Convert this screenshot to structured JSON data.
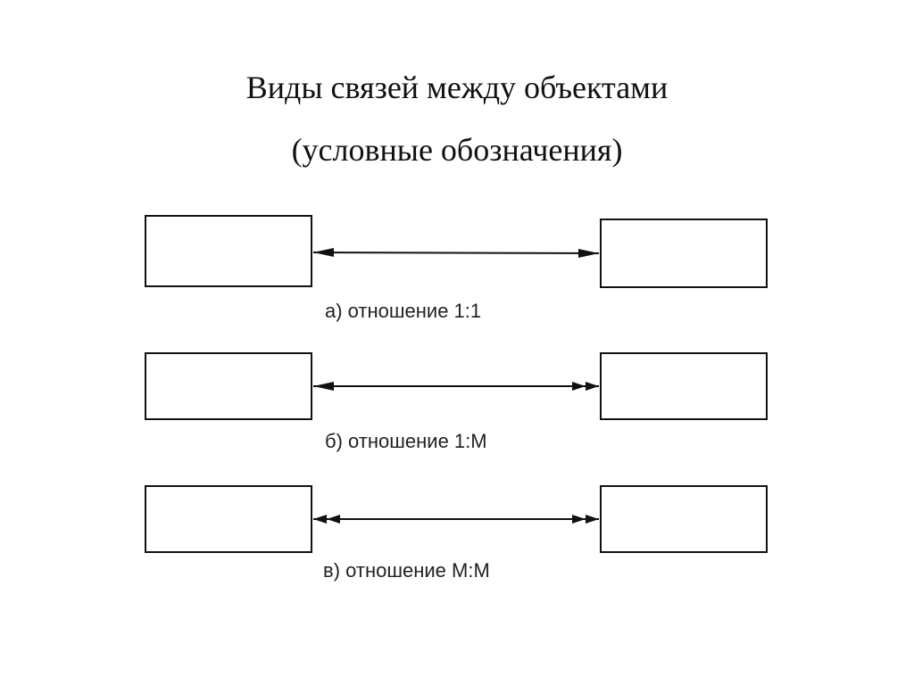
{
  "title": {
    "line1": "Виды связей между объектами",
    "line2": "(условные обозначения)"
  },
  "relations": [
    {
      "caption": "а) отношение 1:1",
      "left_end": "single",
      "right_end": "single"
    },
    {
      "caption": "б) отношение 1:М",
      "left_end": "single",
      "right_end": "double"
    },
    {
      "caption": "в) отношение М:М",
      "left_end": "double",
      "right_end": "double"
    }
  ],
  "colors": {
    "stroke": "#111111",
    "background": "#ffffff"
  }
}
